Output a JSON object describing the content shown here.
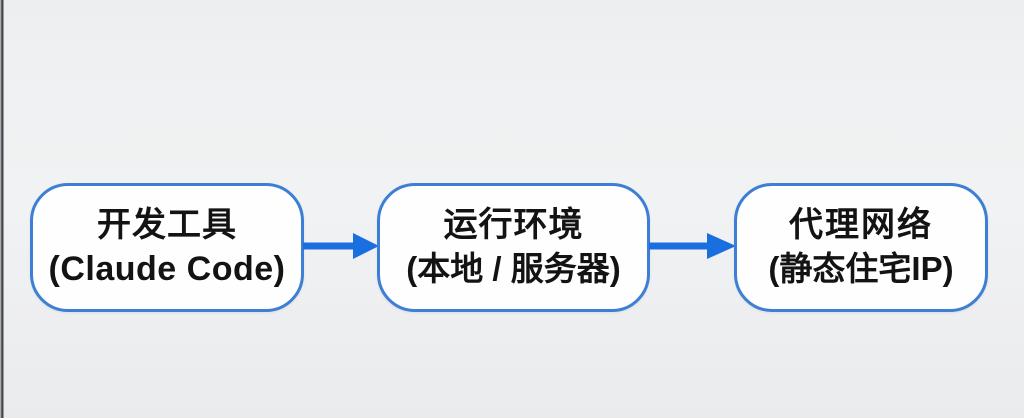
{
  "diagram": {
    "type": "flowchart",
    "orientation": "horizontal",
    "background_color": "#eef0f1",
    "node_border_color": "#3d7fd4",
    "node_fill_color": "#fefeff",
    "arrow_color": "#1a6fe0",
    "text_color": "#131314",
    "nodes": [
      {
        "id": "dev-tool",
        "line1": "开发工具",
        "line2": "(Claude Code)"
      },
      {
        "id": "runtime-env",
        "line1": "运行环境",
        "line2": "(本地 / 服务器)"
      },
      {
        "id": "proxy-network",
        "line1": "代理网络",
        "line2": "(静态住宅IP)"
      }
    ],
    "connectors": [
      {
        "id": "arrow-1",
        "from": "dev-tool",
        "to": "runtime-env",
        "style": "solid-arrow"
      },
      {
        "id": "arrow-2",
        "from": "runtime-env",
        "to": "proxy-network",
        "style": "solid-arrow"
      }
    ]
  }
}
